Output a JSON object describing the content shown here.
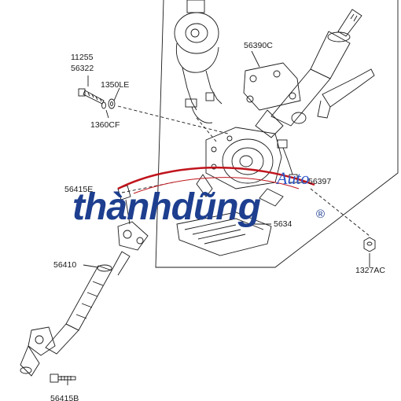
{
  "labels": {
    "p11255": "11255",
    "p56322": "56322",
    "p1350LE": "1350LE",
    "p1360CF": "1360CF",
    "p56390C": "56390C",
    "p56397": "56397",
    "p5641xE": "56415E",
    "p5634x": "5634",
    "p56410": "56410",
    "p1327AC": "1327AC",
    "p56415B": "56415B"
  },
  "watermark": {
    "word1": "thành",
    "word2": "dũng",
    "auto": "Auto",
    "reg": "®"
  },
  "colors": {
    "line": "#1a1a1a",
    "brand_dark": "#1e3f8f",
    "brand_light": "#2f57c9",
    "swoosh": "#c0141c"
  }
}
